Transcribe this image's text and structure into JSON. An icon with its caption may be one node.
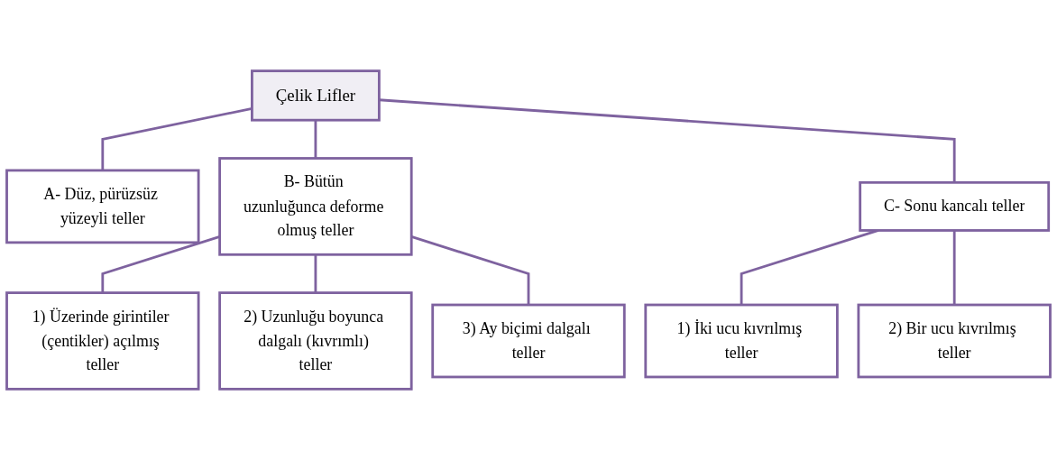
{
  "diagram": {
    "nodes": [
      {
        "text": [
          "Çelik Lifler"
        ]
      },
      {
        "text": [
          "A- Düz, pürüzsüz yüzeyli teller"
        ]
      },
      {
        "text": [
          "B- Bütün uzunluğunca deforme olmuş teller"
        ]
      },
      {
        "text": [
          "C- Sonu kancalı teller"
        ]
      },
      {
        "text": [
          "1) Üzerinde girintiler (çentikler) açılmış teller"
        ]
      },
      {
        "text": [
          "2) Uzunluğu boyunca dalgalı (kıvrımlı) teller"
        ]
      },
      {
        "text": [
          "3) Ay biçimi dalgalı teller"
        ]
      },
      {
        "text": [
          "1) İki ucu kıvrılmış teller"
        ]
      },
      {
        "text": [
          "2) Bir ucu kıvrılmış teller"
        ]
      }
    ],
    "edges": [
      {
        "from": 0,
        "to": 1,
        "arrow": "none"
      },
      {
        "from": 0,
        "to": 2,
        "arrow": "none"
      },
      {
        "from": 0,
        "to": 3,
        "arrow": "none"
      },
      {
        "from": 2,
        "to": 4,
        "arrow": "none"
      },
      {
        "from": 2,
        "to": 5,
        "arrow": "none"
      },
      {
        "from": 2,
        "to": 6,
        "arrow": "none"
      },
      {
        "from": 3,
        "to": 7,
        "arrow": "none"
      },
      {
        "from": 3,
        "to": 8,
        "arrow": "none"
      }
    ]
  }
}
